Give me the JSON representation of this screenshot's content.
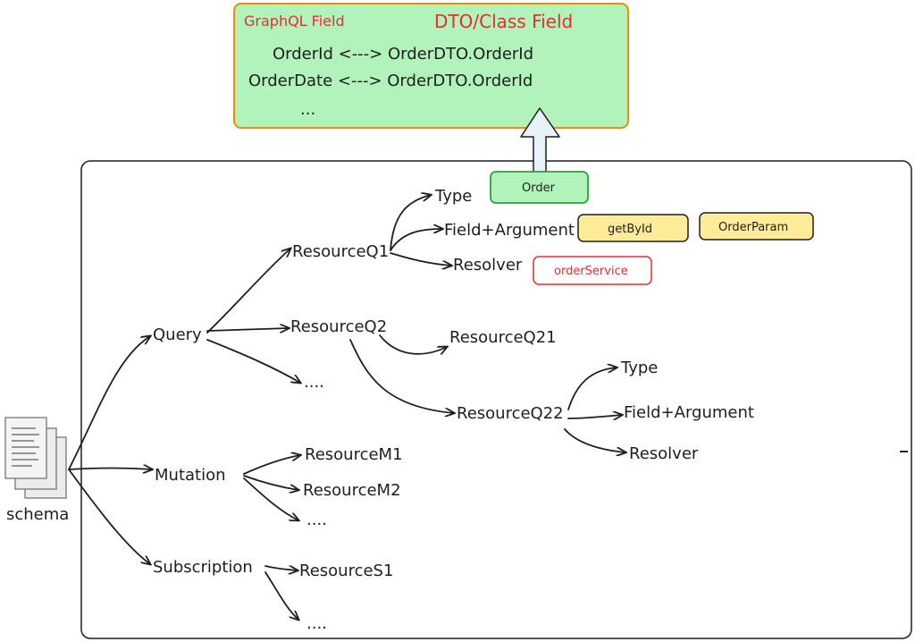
{
  "mapping_panel": {
    "header_graphql": "GraphQL Field",
    "header_dto": "DTO/Class Field",
    "row1": "OrderId <---> OrderDTO.OrderId",
    "row2": "OrderDate <---> OrderDTO.OrderId",
    "ellipsis": "..."
  },
  "schema": {
    "label": "schema",
    "icon": "document-stack-icon"
  },
  "root_types": {
    "query": "Query",
    "mutation": "Mutation",
    "subscription": "Subscription"
  },
  "query_children": {
    "q1": "ResourceQ1",
    "q2": "ResourceQ2",
    "more": "...."
  },
  "q1_children": {
    "type": "Type",
    "field_arg": "Field+Argument",
    "resolver": "Resolver"
  },
  "q1_tags": {
    "order": "Order",
    "get_by_id": "getById",
    "order_param": "OrderParam",
    "order_service": "orderService"
  },
  "q2_children": {
    "q21": "ResourceQ21",
    "q22": "ResourceQ22"
  },
  "q22_children": {
    "type": "Type",
    "field_arg": "Field+Argument",
    "resolver": "Resolver"
  },
  "mutation_children": {
    "m1": "ResourceM1",
    "m2": "ResourceM2",
    "more": "...."
  },
  "subscription_children": {
    "s1": "ResourceS1",
    "more": "...."
  },
  "colors": {
    "green_fill": "#b2f2bb",
    "green_stroke": "#2f9e44",
    "orange_stroke": "#f08c00",
    "yellow_fill": "#ffec99",
    "red": "#e03131",
    "ink": "#1e1e1e"
  }
}
